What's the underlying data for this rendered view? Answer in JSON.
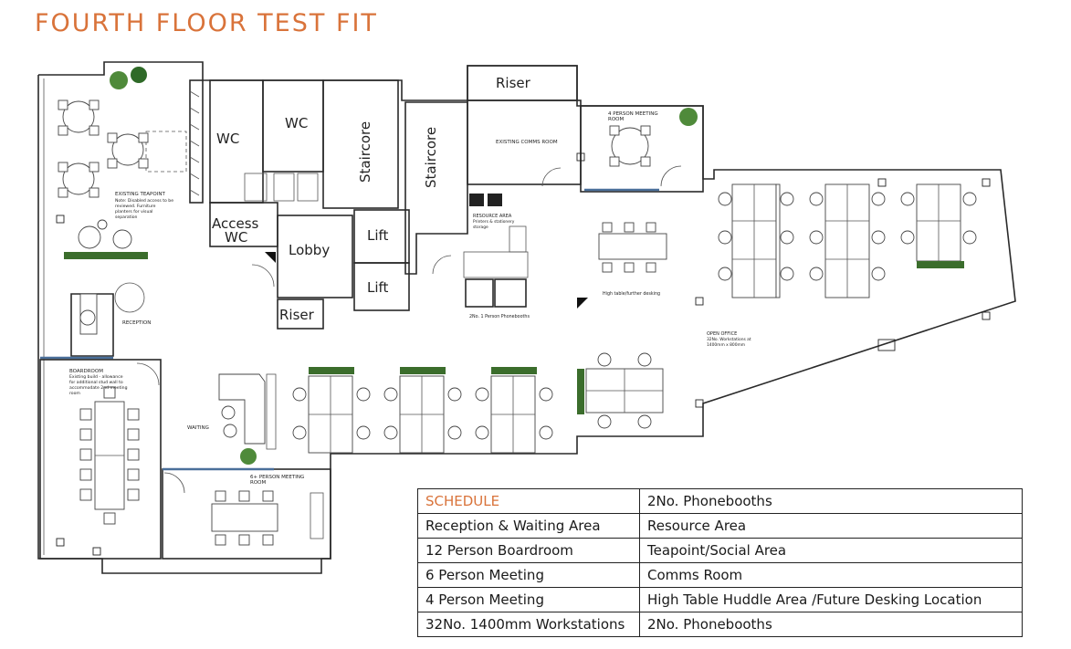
{
  "title": "FOURTH FLOOR TEST FIT",
  "rooms": {
    "wc1": "WC",
    "wc2": "WC",
    "staircore1": "Staircore",
    "staircore2": "Staircore",
    "riser_top": "Riser",
    "riser_bottom": "Riser",
    "access_wc_line1": "Access",
    "access_wc_line2": "WC",
    "lobby": "Lobby",
    "lift1": "Lift",
    "lift2": "Lift",
    "existing_comms": "EXISTING COMMS ROOM",
    "meeting4_line1": "4 PERSON MEETING",
    "meeting4_line2": "ROOM",
    "teapoint_title": "EXISTING TEAPOINT",
    "teapoint_note1": "Note: Disabled access to be",
    "teapoint_note2": "reviewed. Furniture",
    "teapoint_note3": "planters for visual",
    "teapoint_note4": "separation",
    "resource_title": "RESOURCE AREA",
    "resource_note1": "Printers & stationery",
    "resource_note2": "storage",
    "phonebooths": "2No. 1 Person Phonebooths",
    "high_table": "High table/further desking",
    "reception": "RECEPTION",
    "open_office_title": "OPEN OFFICE",
    "open_office_note1": "32No. Workstations at",
    "open_office_note2": "1400mm x 800mm",
    "boardroom_title": "BOARDROOM",
    "boardroom_note1": "Existing build - allowance",
    "boardroom_note2": "for additional stud wall to",
    "boardroom_note3": "accommodate 2nd meeting",
    "boardroom_note4": "room",
    "waiting": "WAITING",
    "meeting6_line1": "6+ PERSON MEETING",
    "meeting6_line2": "ROOM"
  },
  "schedule": [
    [
      "SCHEDULE",
      "2No. Phonebooths"
    ],
    [
      "Reception & Waiting Area",
      "Resource Area"
    ],
    [
      "12 Person Boardroom",
      "Teapoint/Social Area"
    ],
    [
      "6 Person Meeting",
      "Comms Room"
    ],
    [
      "4 Person Meeting",
      "High Table Huddle Area /Future Desking Location"
    ],
    [
      "32No. 1400mm Workstations",
      "2No. Phonebooths"
    ]
  ],
  "colors": {
    "accent": "#d9733a",
    "plant": "#4f8a3a",
    "line": "#2a2a2a"
  }
}
